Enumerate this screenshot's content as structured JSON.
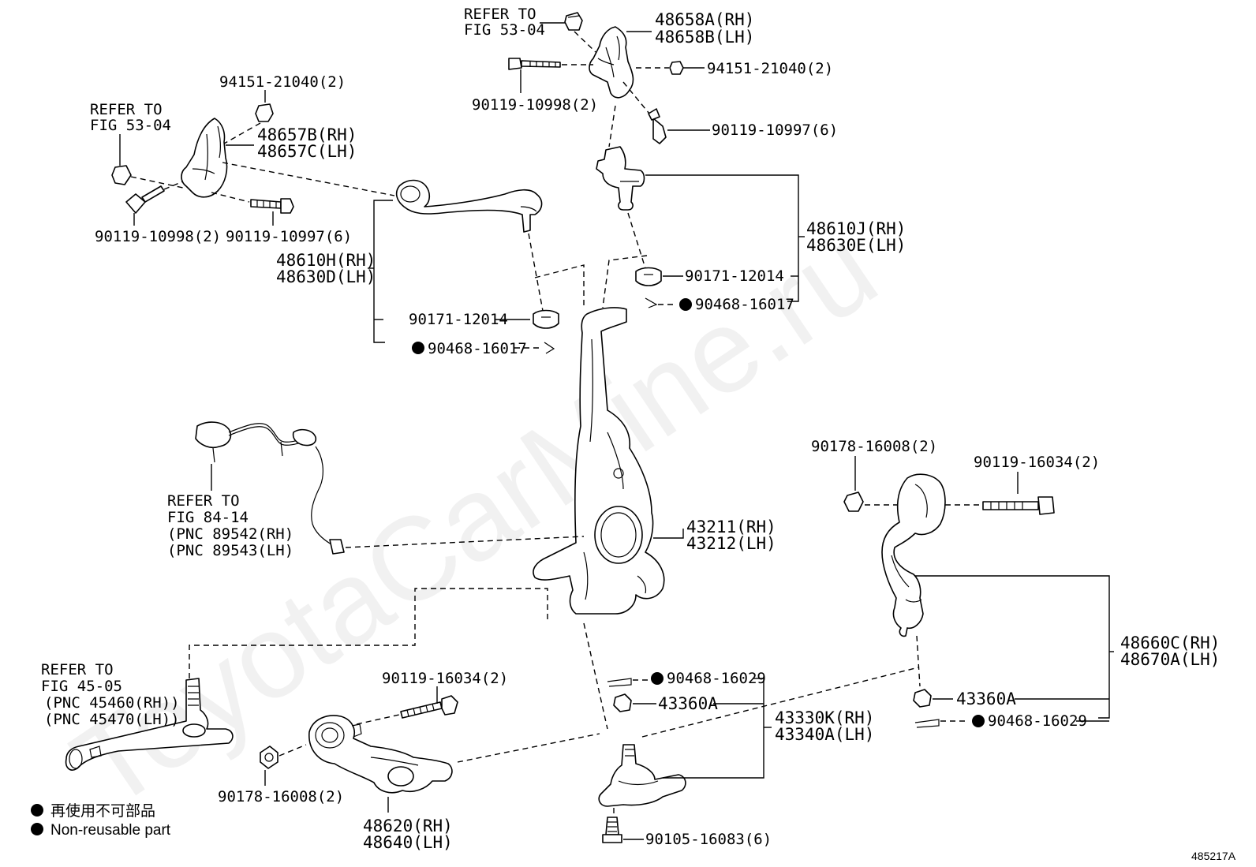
{
  "watermark": "ToyotaCarMine.ru",
  "figure_number": "485217A",
  "legend": [
    {
      "text": "再使用不可部品"
    },
    {
      "text": "Non-reusable part"
    }
  ],
  "refs": {
    "ref_53_04_top": [
      "REFER TO",
      "FIG 53-04"
    ],
    "ref_53_04_left": [
      "REFER TO",
      "FIG 53-04"
    ],
    "ref_84_14": [
      "REFER TO",
      "FIG 84-14",
      "(PNC 89542(RH)",
      "(PNC 89543(LH)"
    ],
    "ref_45_05": [
      "REFER TO",
      "FIG 45-05",
      "(PNC 45460(RH))",
      "(PNC 45470(LH))"
    ]
  },
  "labels": {
    "p48658": [
      "48658A(RH)",
      "48658B(LH)"
    ],
    "p94151_top": "94151-21040(2)",
    "p90119_10998_top": "90119-10998(2)",
    "p90119_10997_top": "90119-10997(6)",
    "p94151_left": "94151-21040(2)",
    "p48657": [
      "48657B(RH)",
      "48657C(LH)"
    ],
    "p90119_10998_left": "90119-10998(2)",
    "p90119_10997_left": "90119-10997(6)",
    "p48610H": [
      "48610H(RH)",
      "48630D(LH)"
    ],
    "p90171_left": "90171-12014",
    "p90468_16017_left": "90468-16017",
    "p48610J": [
      "48610J(RH)",
      "48630E(LH)"
    ],
    "p90171_right": "90171-12014",
    "p90468_16017_right": "90468-16017",
    "p43211": [
      "43211(RH)",
      "43212(LH)"
    ],
    "p90178_right": "90178-16008(2)",
    "p90119_16034_right": "90119-16034(2)",
    "p48660": [
      "48660C(RH)",
      "48670A(LH)"
    ],
    "p43360A_right": "43360A",
    "p90468_16029_right": "90468-16029",
    "p90468_16029_mid": "90468-16029",
    "p43360A_mid": "43360A",
    "p43330": [
      "43330K(RH)",
      "43340A(LH)"
    ],
    "p90105": "90105-16083(6)",
    "p90119_16034_left": "90119-16034(2)",
    "p90178_left": "90178-16008(2)",
    "p48620": [
      "48620(RH)",
      "48640(LH)"
    ]
  }
}
